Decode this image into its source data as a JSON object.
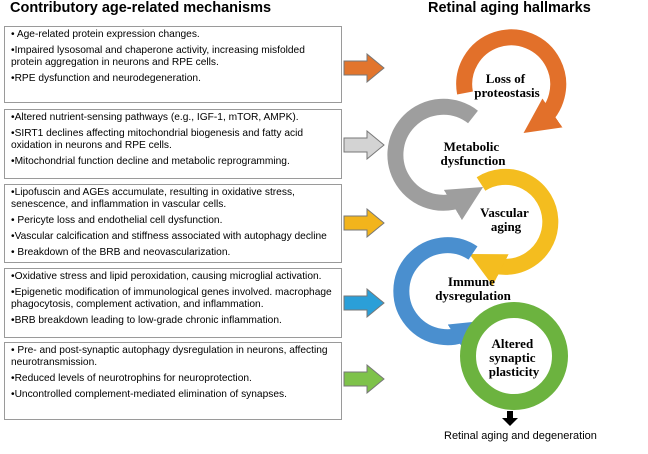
{
  "headings": {
    "left": "Contributory age-related mechanisms",
    "right": "Retinal aging hallmarks"
  },
  "boxes": [
    {
      "arrow_color": "#e2752d",
      "items": [
        "• Age-related protein expression changes.",
        "•Impaired lysosomal and chaperone activity, increasing misfolded protein aggregation in neurons and RPE cells.",
        "•RPE dysfunction and neurodegeneration."
      ]
    },
    {
      "arrow_color": "#d3d3d3",
      "items": [
        "•Altered nutrient-sensing pathways (e.g., IGF-1, mTOR, AMPK).",
        "•SIRT1 declines affecting mitochondrial biogenesis and fatty acid oxidation in neurons and RPE cells.",
        "•Mitochondrial function decline and metabolic reprogramming."
      ]
    },
    {
      "arrow_color": "#f2b41c",
      "items": [
        "•Lipofuscin and AGEs accumulate, resulting in oxidative stress, senescence, and inflammation in vascular cells.",
        "• Pericyte loss and endothelial cell dysfunction.",
        "•Vascular calcification and stiffness associated with autophagy decline",
        "• Breakdown of the BRB and neovascularization."
      ]
    },
    {
      "arrow_color": "#2b9fd8",
      "items": [
        "•Oxidative stress and lipid peroxidation, causing microglial activation.",
        "•Epigenetic modification of immunological genes involved. macrophage phagocytosis, complement activation, and inflammation.",
        "•BRB breakdown leading to low-grade chronic inflammation."
      ]
    },
    {
      "arrow_color": "#7ec24a",
      "items": [
        "• Pre- and post-synaptic autophagy dysregulation in neurons, affecting neurotransmission.",
        "•Reduced levels of neurotrophins for neuroprotection.",
        "•Uncontrolled complement-mediated elimination of synapses."
      ]
    }
  ],
  "hallmarks": [
    {
      "lines": [
        "Loss of",
        "proteostasis"
      ],
      "color": "#e2702a"
    },
    {
      "lines": [
        "Metabolic",
        "dysfunction"
      ],
      "color": "#9e9e9e"
    },
    {
      "lines": [
        "Vascular",
        "aging"
      ],
      "color": "#f4bd1f"
    },
    {
      "lines": [
        "Immune",
        "dysregulation"
      ],
      "color": "#4a8fcf"
    },
    {
      "lines": [
        "Altered",
        "synaptic",
        "plasticity"
      ],
      "color": "#6cb33f"
    }
  ],
  "footer": "Retinal aging and degeneration"
}
